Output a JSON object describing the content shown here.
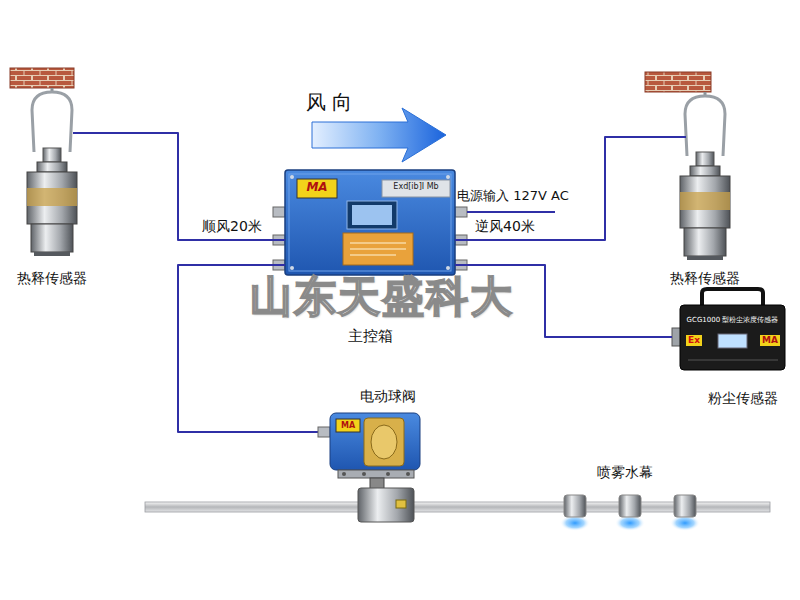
{
  "diagram": {
    "nodes": [
      {
        "text": [
          "热释传感器"
        ]
      },
      {
        "text": [
          "MA",
          "Exd[ib]I Mb",
          "主控箱"
        ]
      },
      {
        "text": [
          "热释传感器"
        ]
      },
      {
        "text": [
          "GCG1000 型粉尘浓度传感器",
          "Ex",
          "MA",
          "粉尘传感器"
        ]
      },
      {
        "text": [
          "MA",
          "电动球阀"
        ]
      }
    ],
    "edges": [
      {
        "from": 1,
        "to": 0,
        "arrow": "none",
        "label": "顺风20米"
      },
      {
        "from": 1,
        "to": 2,
        "arrow": "none",
        "label": "逆风40米"
      },
      {
        "from": 1,
        "to": 3,
        "arrow": "none"
      },
      {
        "from": 1,
        "to": 4,
        "arrow": "none"
      }
    ],
    "labels": [
      "风 向",
      "电源输入 127V AC",
      "喷雾水幕",
      "山东天盛科大"
    ]
  }
}
